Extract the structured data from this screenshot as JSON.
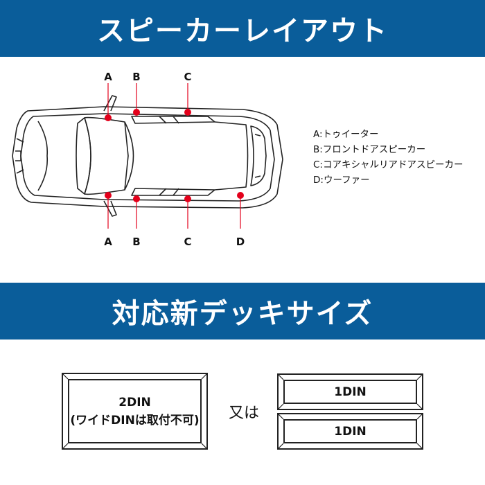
{
  "colors": {
    "banner": "#0a5d9a",
    "speaker_dot": "#e3001b",
    "line": "#222222"
  },
  "speaker_layout": {
    "title": "スピーカーレイアウト",
    "top_labels": [
      "A",
      "B",
      "C"
    ],
    "bottom_labels": [
      "A",
      "B",
      "C",
      "D"
    ],
    "legend": [
      "A:トゥイーター",
      "B:フロントドアスピーカー",
      "C:コアキシャルリアドアスピーカー",
      "D:ウーファー"
    ]
  },
  "deck_size": {
    "title": "対応新デッキサイズ",
    "double_din": {
      "line1": "2DIN",
      "line2": "(ワイドDINは取付不可)"
    },
    "or_text": "又は",
    "single_din_top": "1DIN",
    "single_din_bottom": "1DIN"
  }
}
